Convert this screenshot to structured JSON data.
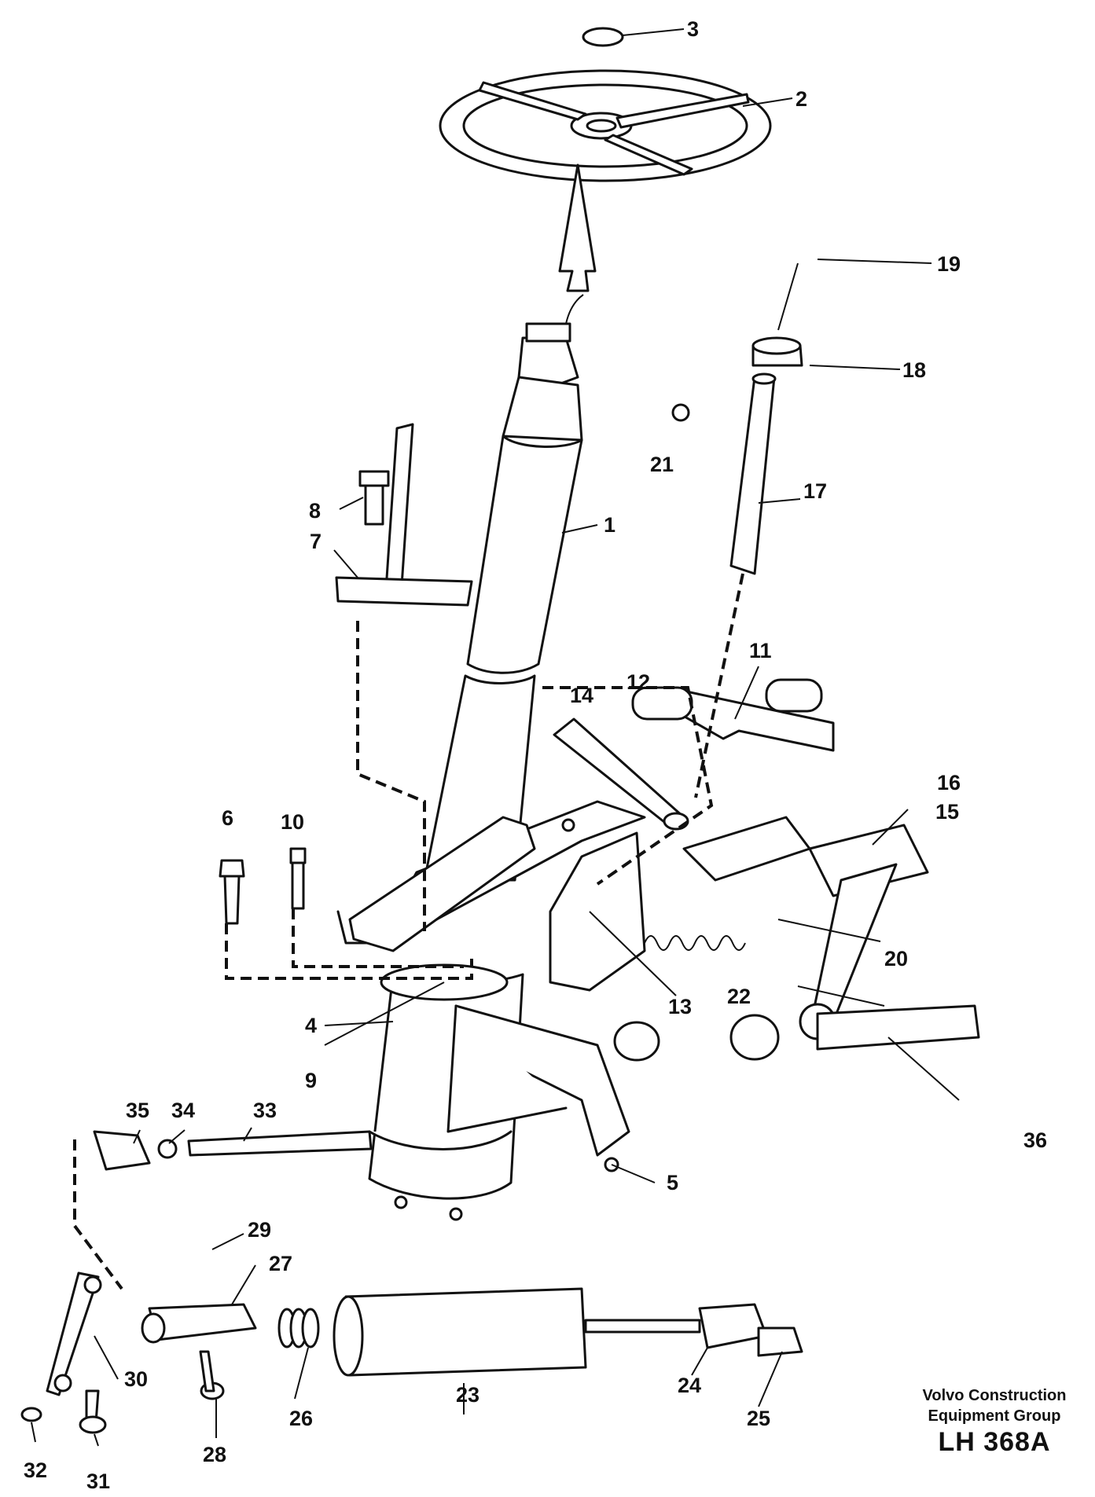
{
  "callouts": [
    "1",
    "2",
    "3",
    "4",
    "5",
    "6",
    "7",
    "8",
    "9",
    "10",
    "11",
    "12",
    "13",
    "14",
    "15",
    "16",
    "17",
    "18",
    "19",
    "20",
    "21",
    "22",
    "23",
    "24",
    "25",
    "26",
    "27",
    "28",
    "29",
    "30",
    "31",
    "32",
    "33",
    "34",
    "35",
    "36"
  ],
  "caption": {
    "company_line1": "Volvo Construction",
    "company_line2": "Equipment Group",
    "code": "LH 368A"
  }
}
